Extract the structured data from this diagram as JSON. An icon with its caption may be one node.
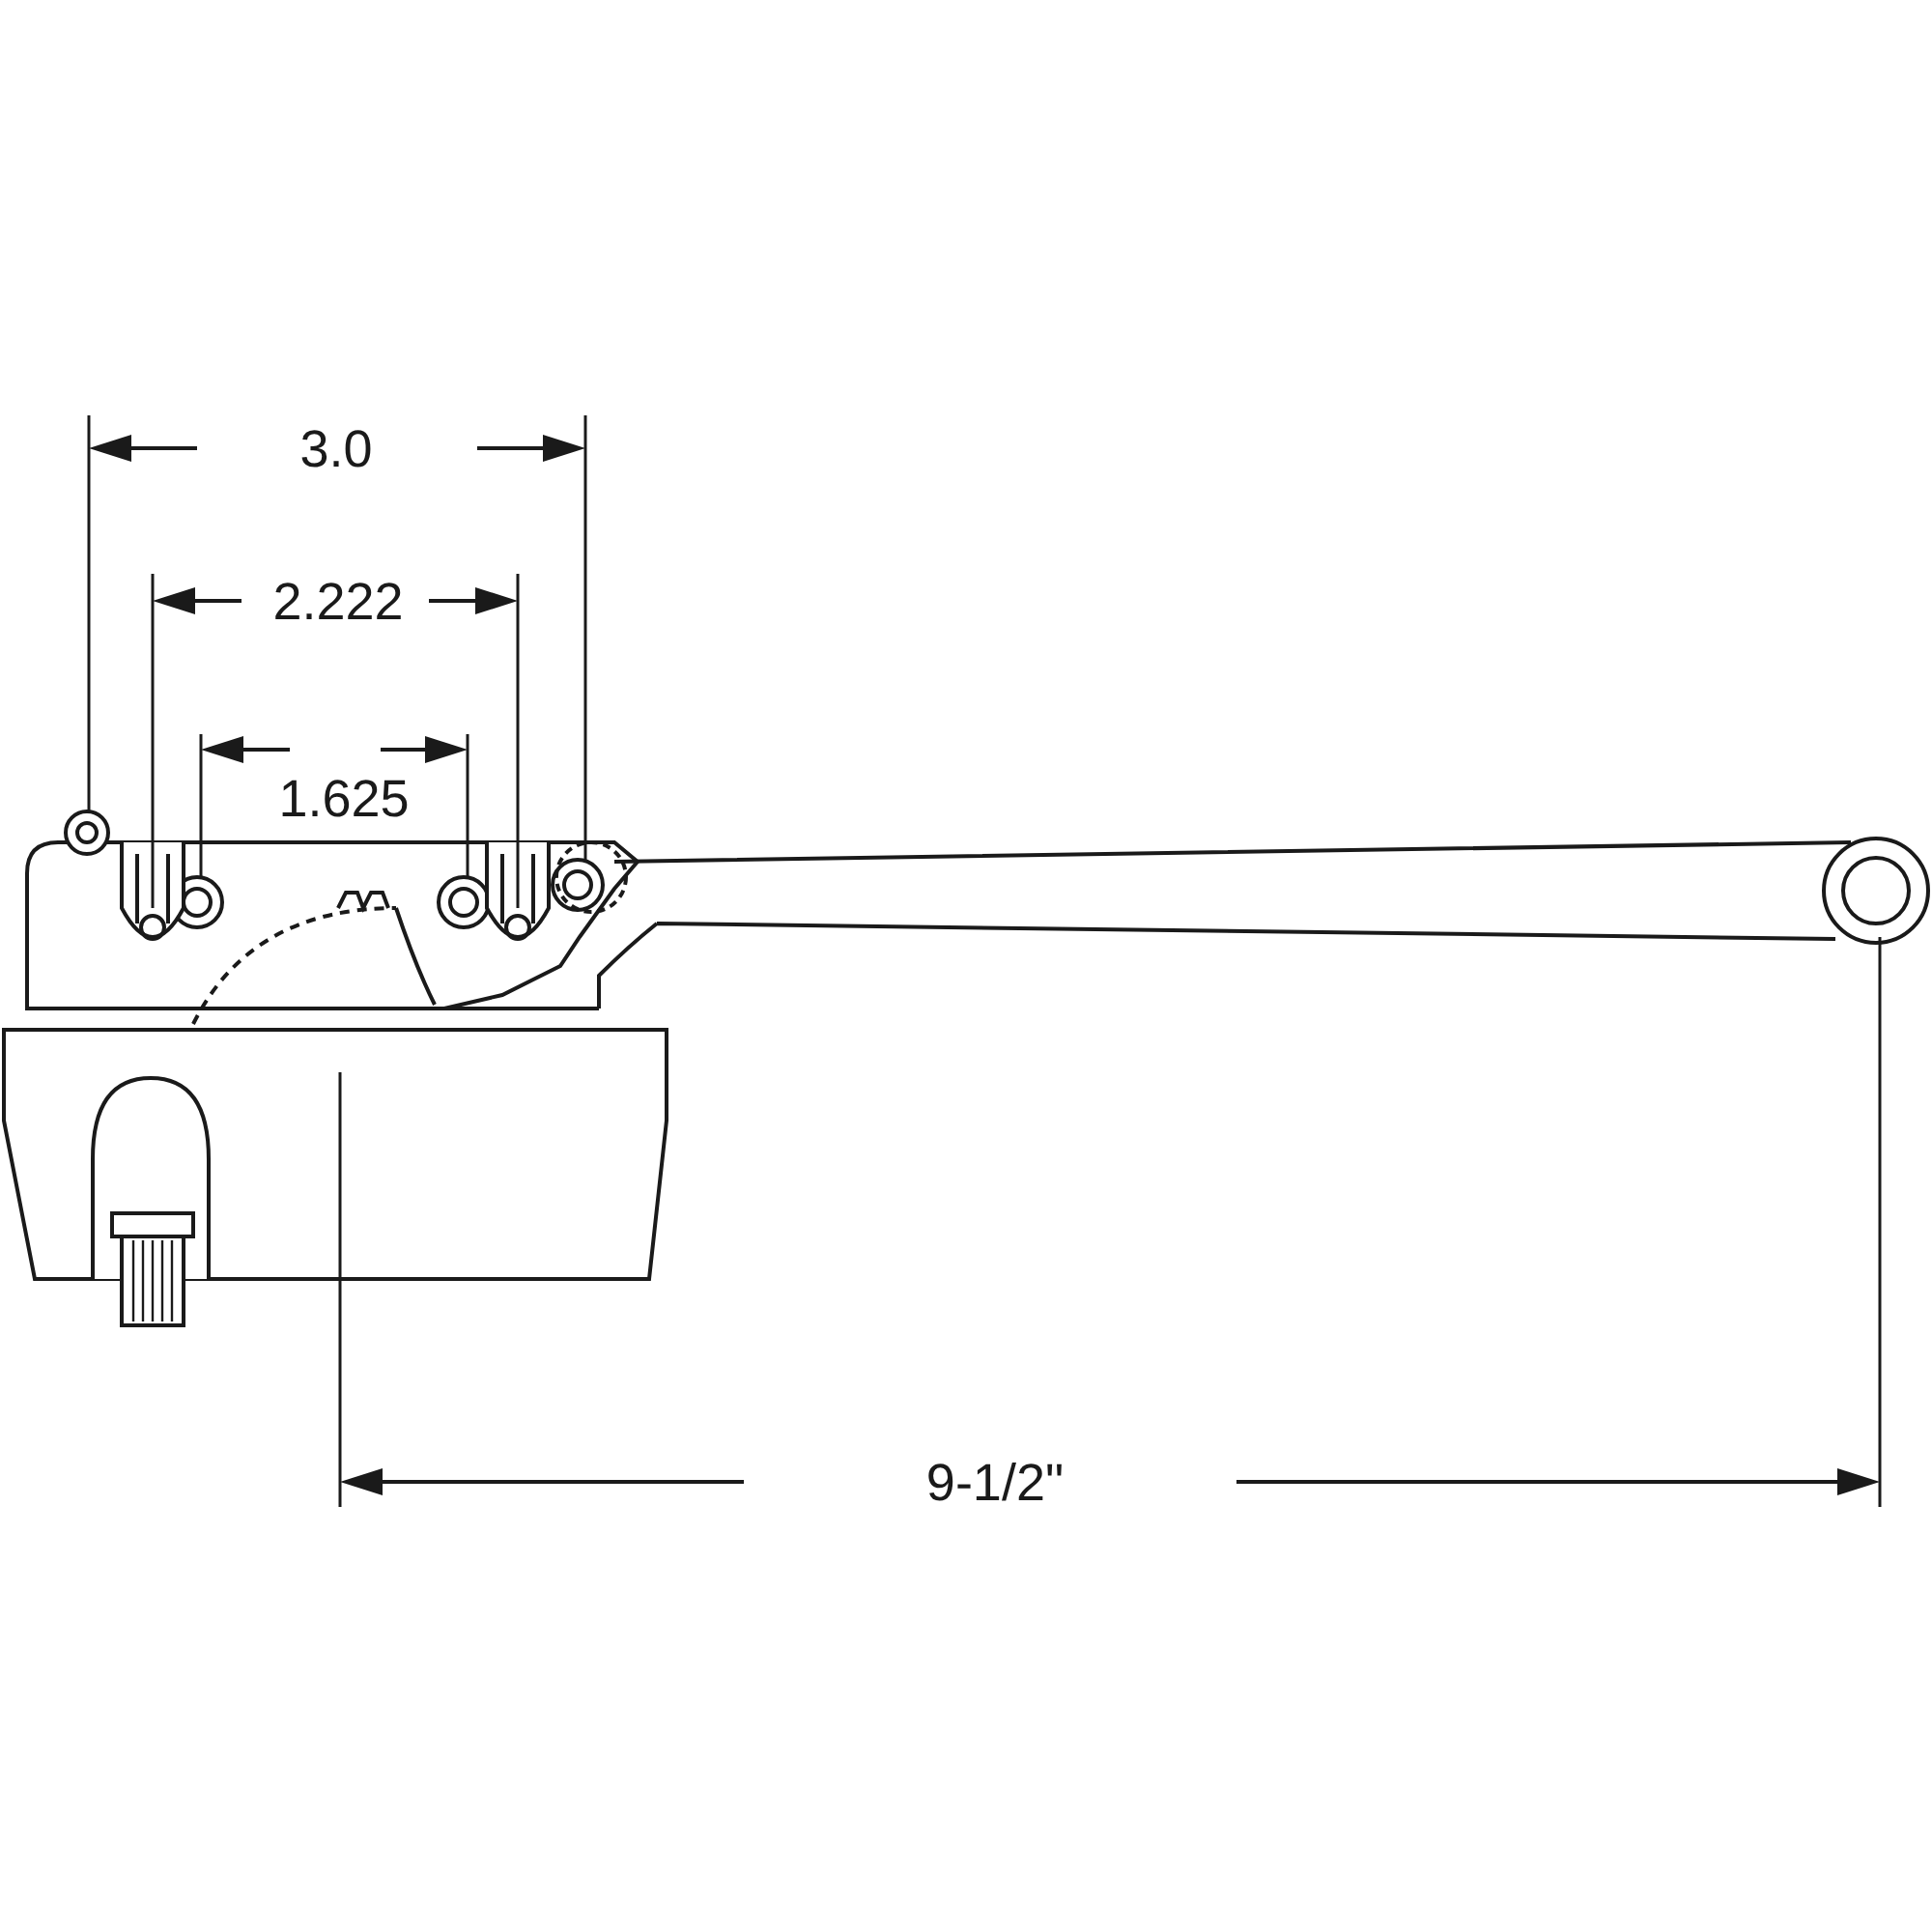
{
  "diagram": {
    "labels": [
      "3.0",
      "2.222",
      "1.625",
      "9-1/2\""
    ]
  }
}
